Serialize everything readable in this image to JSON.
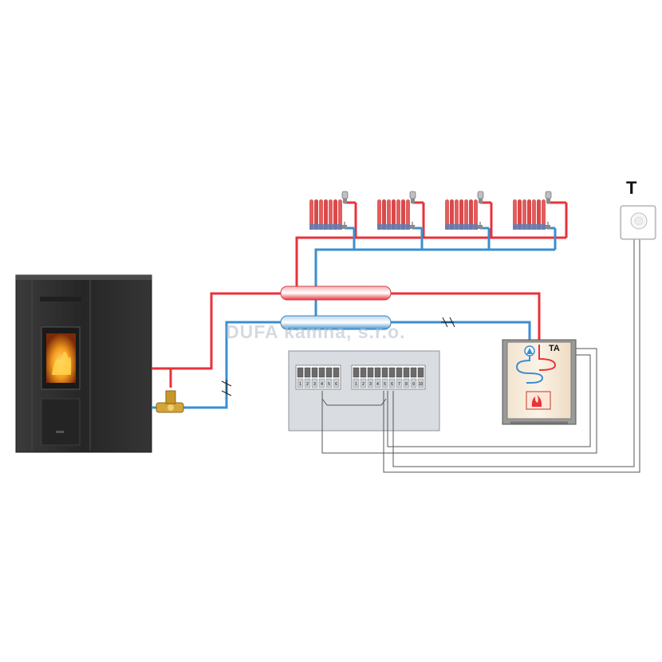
{
  "labels": {
    "thermostat": "T",
    "storage_tank": "TA",
    "watermark": "DUFA kamna, s.r.o."
  },
  "terminal_blocks": {
    "left": [
      "1",
      "2",
      "3",
      "4",
      "5",
      "6"
    ],
    "right": [
      "1",
      "2",
      "3",
      "4",
      "5",
      "6",
      "7",
      "8",
      "9",
      "10"
    ]
  },
  "colors": {
    "hot_pipe": "#e8323a",
    "cold_pipe": "#3a8fd0",
    "panel": "#d9dde2",
    "stove": "#2b2b2b",
    "flame": "#f39a1e",
    "valve": "#d4a437"
  },
  "icons": {
    "radiator": "radiator-icon",
    "thermostat": "room-thermostat-icon",
    "pump": "pump-icon",
    "flame": "flame-icon",
    "check_valve": "check-valve-icon",
    "mixing_valve": "three-way-valve-icon"
  }
}
